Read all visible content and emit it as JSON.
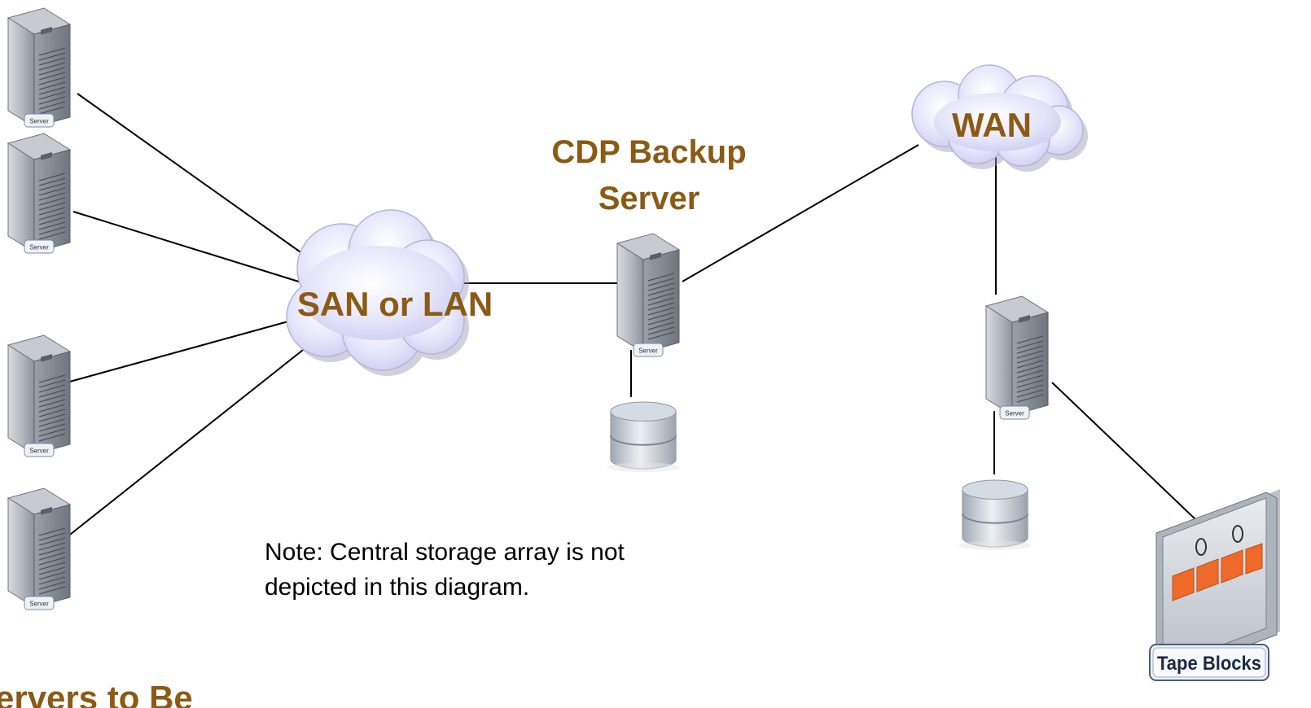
{
  "labels": {
    "cdp_backup_server_line1": "CDP Backup",
    "cdp_backup_server_line2": "Server",
    "san_or_lan": "SAN or LAN",
    "wan": "WAN",
    "note_line1": "Note:  Central storage array is not",
    "note_line2": "depicted in this diagram.",
    "servers_to_be": "ervers to Be",
    "tape_blocks": "Tape Blocks"
  },
  "server_label": "Server",
  "colors": {
    "title_text": "#8B5A14",
    "cloud_fill": "#dcdcf7",
    "tape_orange": "#ef6a2a"
  },
  "icons": [
    "server-icon",
    "cloud-icon",
    "database-icon",
    "tape-library-icon"
  ]
}
